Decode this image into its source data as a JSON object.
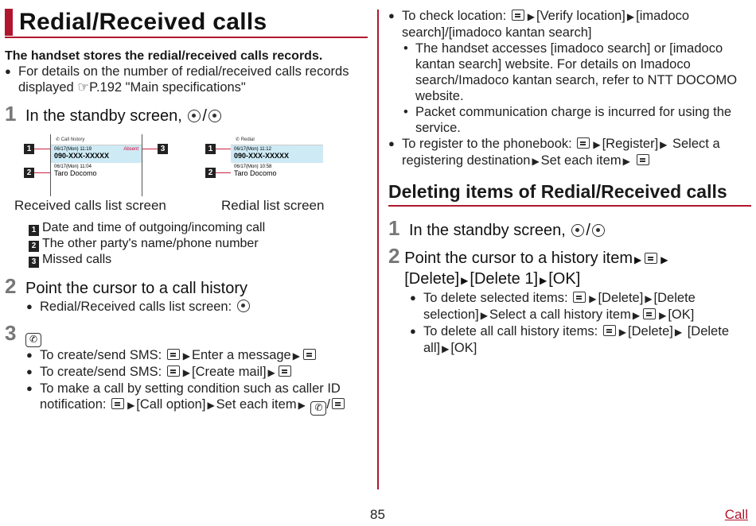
{
  "page_title": "Redial/Received calls",
  "intro": "The handset stores the redial/received calls records.",
  "intro_bullet": "For details on the number of redial/received calls records displayed ☞P.192 \"Main specifications\"",
  "step1": {
    "num": "1",
    "text": "In the standby screen,"
  },
  "received_screen": {
    "header": "Call history",
    "row1_date": "06/17(Mon) 11:19",
    "row1_number": "090-XXX-XXXXX",
    "row1_status": "Absent",
    "row2_date": "06/17(Mon) 11:04",
    "row2_name": "Taro Docomo",
    "caption": "Received calls list screen"
  },
  "redial_screen": {
    "header": "Redial",
    "row1_date": "06/17(Mon) 11:12",
    "row1_number": "090-XXX-XXXXX",
    "row2_date": "06/17(Mon) 10:58",
    "row2_name": "Taro Docomo",
    "caption": "Redial list screen"
  },
  "markers": [
    "1",
    "2",
    "3"
  ],
  "legend": [
    {
      "mark": "1",
      "text": "Date and time of outgoing/incoming call"
    },
    {
      "mark": "2",
      "text": "The other party's name/phone number"
    },
    {
      "mark": "3",
      "text": "Missed calls"
    }
  ],
  "step2": {
    "num": "2",
    "text": "Point the cursor to a call history"
  },
  "step2_bullet": "Redial/Received calls list screen:",
  "step3": {
    "num": "3"
  },
  "step3_bullets": {
    "b1a": "To create/send SMS:",
    "b1b": "Enter a message",
    "b2a": "To create/send SMS:",
    "b2b": "[Create mail]",
    "b3a": "To make a call by setting condition such as caller ID notification:",
    "b3b": "[Call option]",
    "b3c": "Set each item"
  },
  "right": {
    "loc_a": "To check location:",
    "loc_b": "[Verify location]",
    "loc_c": "[imadoco search]/[imadoco kantan search]",
    "sub1": "The handset accesses [imadoco search] or [imadoco kantan search] website. For details on Imadoco search/Imadoco kantan search, refer to NTT DOCOMO website.",
    "sub2": "Packet communication charge is incurred for using the service.",
    "reg_a": "To register to the phonebook:",
    "reg_b": "[Register]",
    "reg_c": "Select a registering destination",
    "reg_d": "Set each item",
    "section_title": "Deleting items of Redial/Received calls",
    "s1_num": "1",
    "s1_text": "In the standby screen,",
    "s2_num": "2",
    "s2_a": "Point the cursor to a history item",
    "s2_b": "[Delete]",
    "s2_c": "[Delete 1]",
    "s2_d": "[OK]",
    "d1_a": "To delete selected items:",
    "d1_b": "[Delete]",
    "d1_c": "[Delete selection]",
    "d1_d": "Select a call history item",
    "d1_e": "[OK]",
    "d2_a": "To delete all call history items:",
    "d2_b": "[Delete]",
    "d2_c": "[Delete all]",
    "d2_d": "[OK]"
  },
  "page_number": "85",
  "footer_link": "Call"
}
